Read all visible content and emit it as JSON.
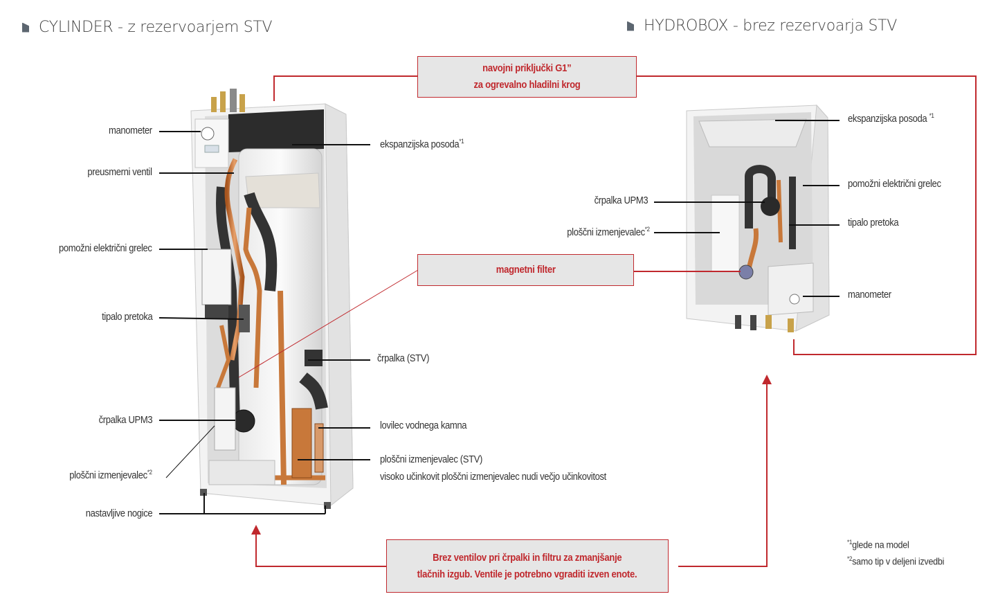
{
  "headings": {
    "cylinder": "CYLINDER - z rezervoarjem STV",
    "hydrobox": "HYDROBOX - brez rezervoarja STV"
  },
  "callouts": {
    "connections_line1": "navojni priključki G1”",
    "connections_line2": "za ogrevalno hladilni krog",
    "filter": "magnetni filter",
    "valves_line1": "Brez ventilov pri črpalki in filtru za zmanjšanje",
    "valves_line2": "tlačnih izgub. Ventile je potrebno vgraditi izven enote."
  },
  "cylinder_labels": {
    "manometer": "manometer",
    "diverter": "preusmerni ventil",
    "heater": "pomožni električni grelec",
    "flow_sensor": "tipalo pretoka",
    "pump_upm3": "črpalka UPM3",
    "plate_hx": "ploščni izmenjevalec",
    "plate_hx_sup": "*2",
    "feet": "nastavljive nogice",
    "expansion": "ekspanzijska posoda",
    "expansion_sup": "*1",
    "pump_dhw": "črpalka (STV)",
    "scale_trap": "lovilec vodnega kamna",
    "plate_hx_dhw": "ploščni izmenjevalec (STV)",
    "plate_hx_dhw_note": "visoko učinkovit ploščni izmenjevalec nudi večjo učinkovitost"
  },
  "hydrobox_labels": {
    "expansion": "ekspanzijska posoda",
    "expansion_sup": "*1",
    "heater": "pomožni električni grelec",
    "flow_sensor": "tipalo pretoka",
    "manometer": "manometer",
    "pump_upm3": "črpalka UPM3",
    "plate_hx": "ploščni izmenjevalec",
    "plate_hx_sup": "*2"
  },
  "footnotes": {
    "n1_mark": "*1",
    "n1_text": "glede na model",
    "n2_mark": "*2",
    "n2_text": "samo tip v deljeni izvedbi"
  },
  "colors": {
    "accent": "#c0282d",
    "callout_bg": "#e6e6e6",
    "copper": "#c8783a",
    "cabinet": "#f2f2f2",
    "insulation": "#3a3a3a"
  }
}
